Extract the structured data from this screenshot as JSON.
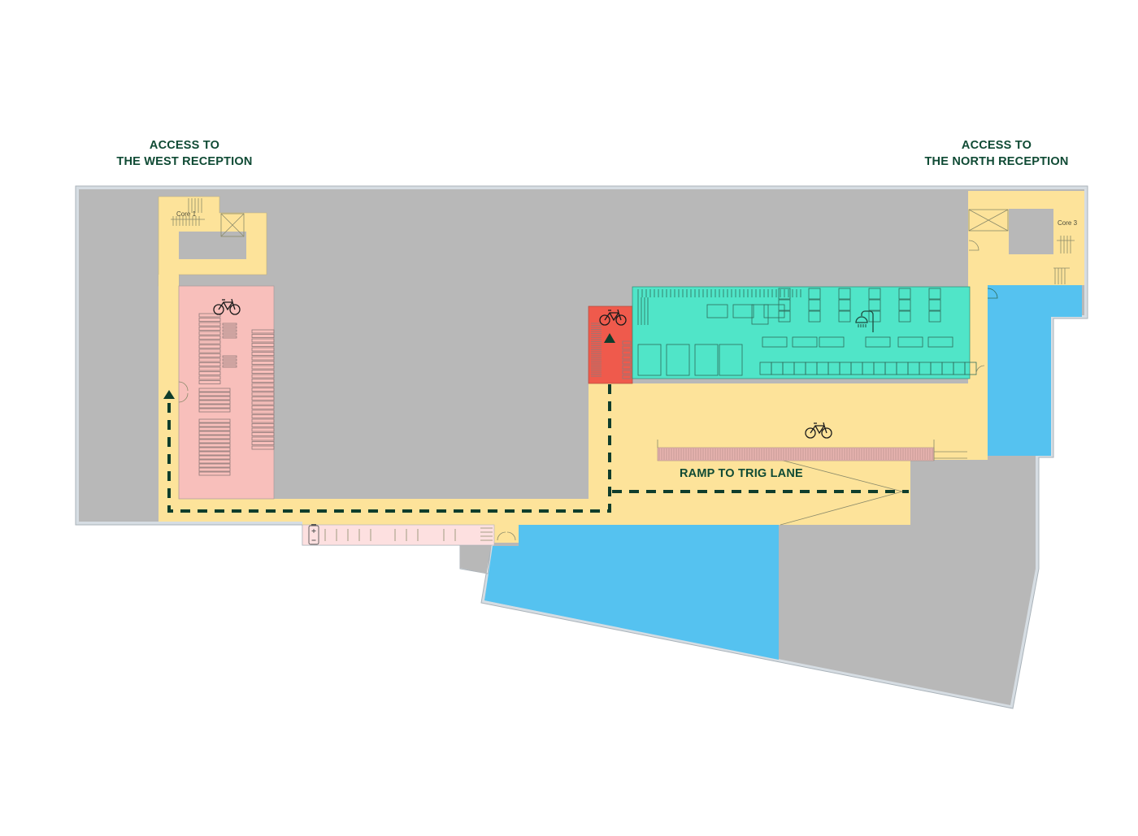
{
  "title": "Basement floor plan – cycle access routes",
  "callouts": {
    "west": {
      "line1": "ACCESS TO",
      "line2": "THE WEST RECEPTION"
    },
    "north": {
      "line1": "ACCESS TO",
      "line2": "THE NORTH RECEPTION"
    }
  },
  "labels": {
    "ramp": "RAMP TO TRIG LANE",
    "core1": "Core 1",
    "core3": "Core 3"
  },
  "icons": {
    "bike_store_west": "bicycle-icon",
    "bike_store_east": "bicycle-icon",
    "bike_route": "bicycle-icon",
    "shower": "shower-icon",
    "battery": "battery-charging-icon",
    "route_arrow": "triangle-up-icon"
  },
  "legend_colors": {
    "circulation": "#fde39a",
    "bike_store": "#f8bfbb",
    "bike_entry": "#ef5a4c",
    "changing_facilities": "#50e5c8",
    "plant_areas": "#55c2f0",
    "unused_area": "#b8b8b8",
    "ramp_rack": "#e8b4b0",
    "charging_bay": "#fde0e0",
    "route": "#0f3d2c",
    "text": "#0f4a34"
  }
}
